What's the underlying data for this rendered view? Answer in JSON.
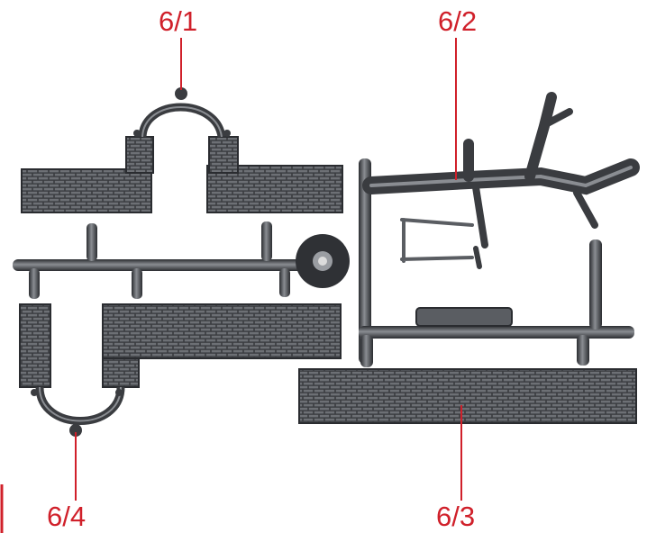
{
  "callouts": {
    "part1": "6/1",
    "part2": "6/2",
    "part3": "6/3",
    "part4": "6/4"
  },
  "colors": {
    "callout": "#d0202a",
    "plastic": "#4d5055",
    "plastic_dark": "#2a2c30",
    "plastic_light": "#8a8d92"
  }
}
